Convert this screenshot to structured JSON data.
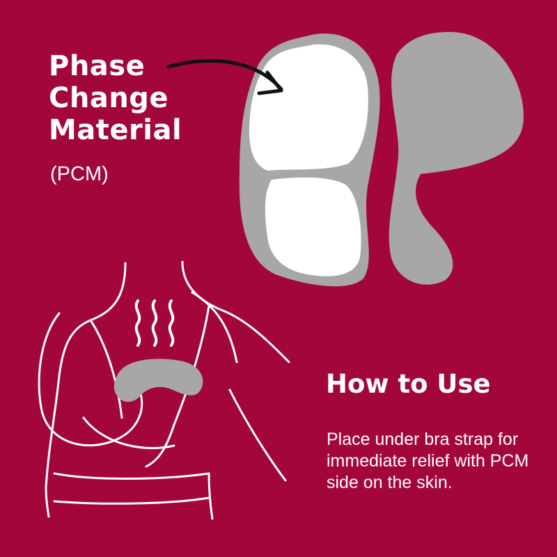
{
  "product": {
    "title_lines": [
      "Phase",
      "Change",
      "Material"
    ],
    "subtitle": "(PCM)"
  },
  "how_to_use": {
    "heading": "How to Use",
    "body": "Place under bra strap for immediate relief with PCM side on the skin."
  },
  "colors": {
    "background": "#a3073a",
    "pad_gray": "#a7a7a8",
    "text": "#ffffff"
  },
  "icons": {
    "arrow": "arrow-icon",
    "pcm_side": "pcm-pad-front-icon",
    "back_side": "pad-back-icon",
    "heat": "heat-waves-icon",
    "torso": "torso-illustration"
  }
}
